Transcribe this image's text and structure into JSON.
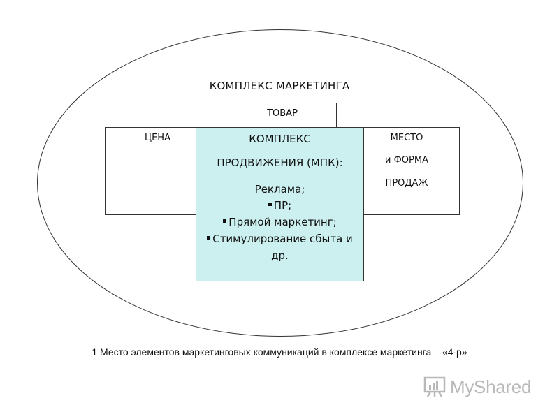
{
  "diagram": {
    "title": "КОМПЛЕКС МАРКЕТИНГА",
    "top_box": "ТОВАР",
    "left_box": "ЦЕНА",
    "right_box": {
      "line1": "МЕСТО",
      "line2": "и ФОРМА",
      "line3": "ПРОДАЖ"
    },
    "center_box": {
      "heading1": "КОМПЛЕКС",
      "heading2": "ПРОДВИЖЕНИЯ (МПК):",
      "items": [
        "Реклама;",
        "ПР;",
        "Прямой маркетинг;",
        "Стимулирование сбыта и",
        "др."
      ]
    }
  },
  "caption": "1 Место элементов маркетинговых коммуникаций в комплексе маркетинга – «4-р»",
  "watermark": {
    "icon": "myshared-logo-icon",
    "text": "MyShared"
  }
}
